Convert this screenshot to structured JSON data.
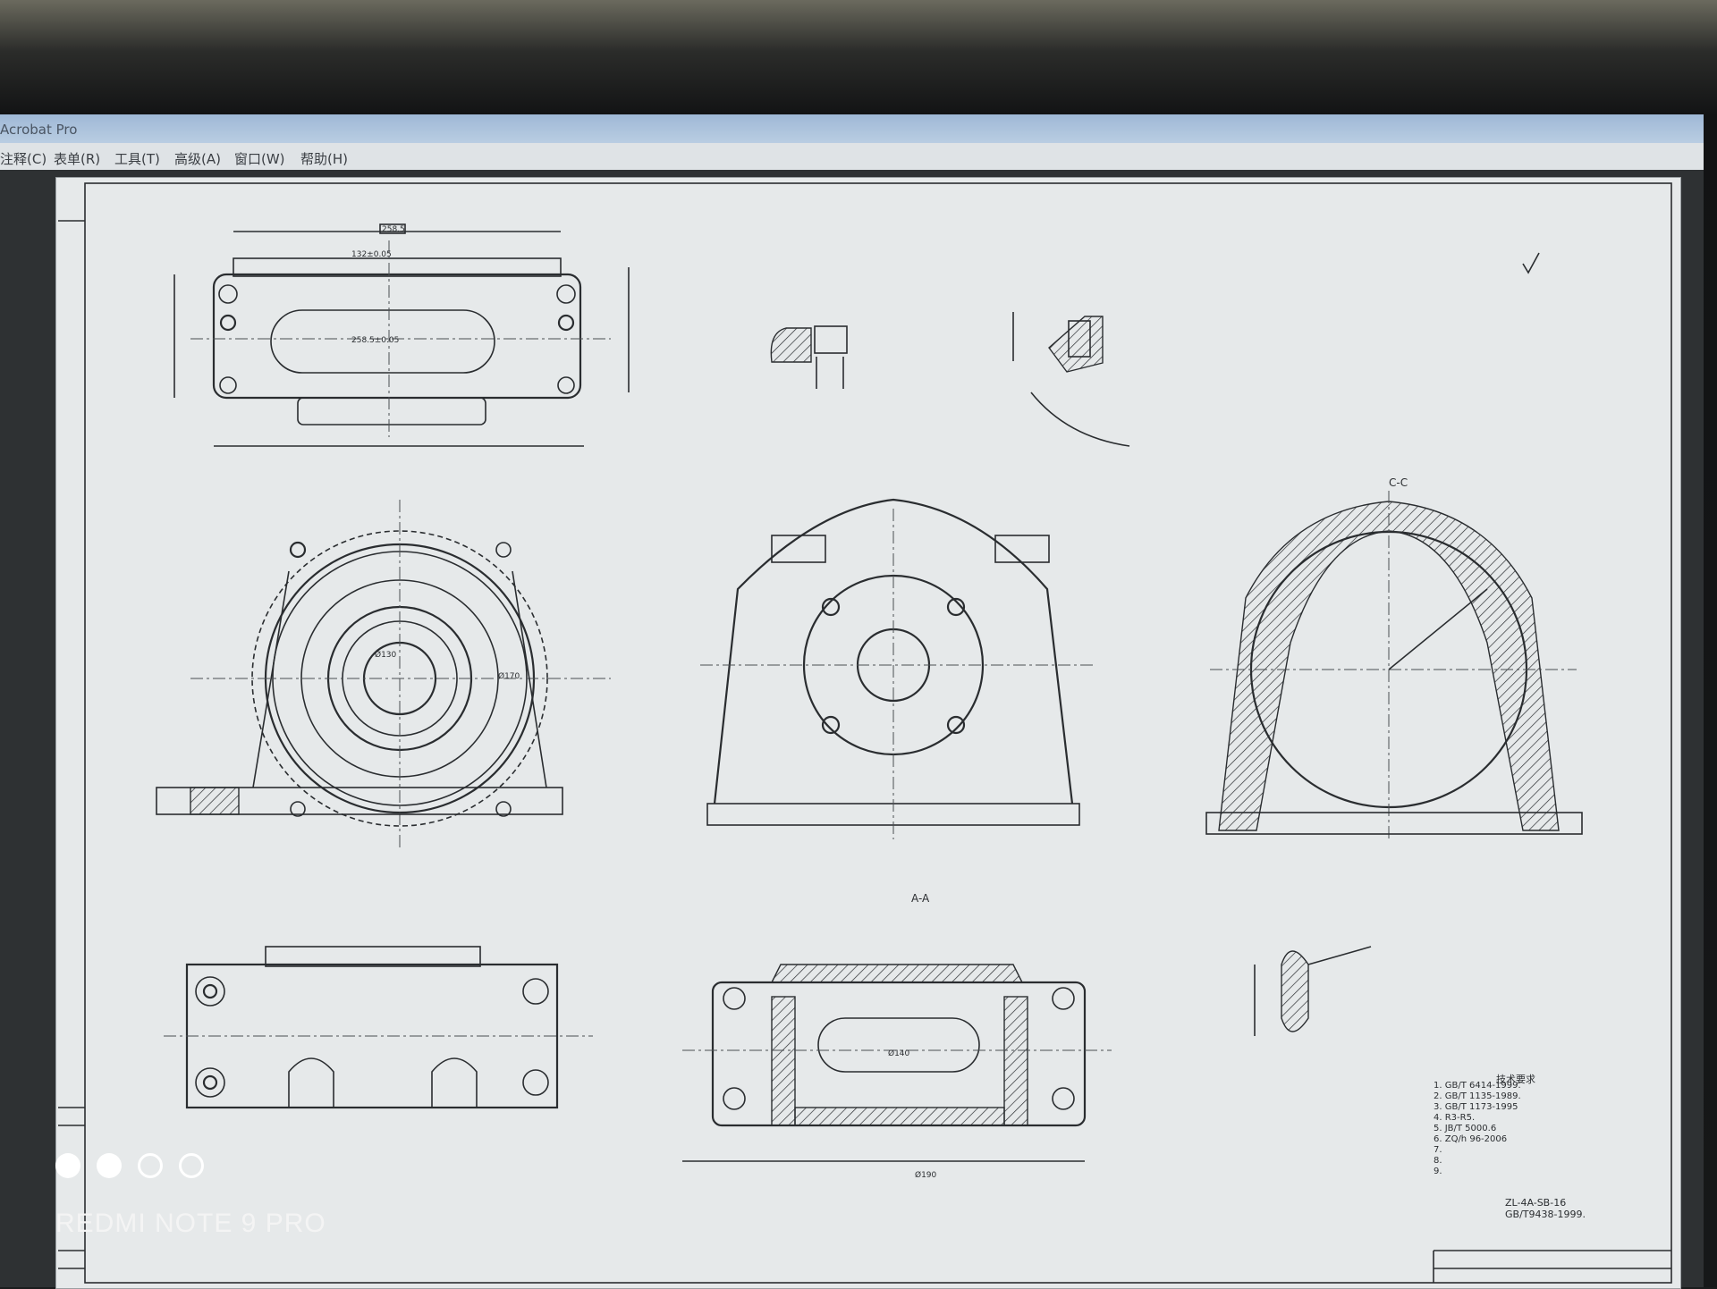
{
  "app": {
    "title": "Acrobat Pro"
  },
  "menu": [
    {
      "label": "注释(C)"
    },
    {
      "label": "表单(R)"
    },
    {
      "label": "工具(T)"
    },
    {
      "label": "高级(A)"
    },
    {
      "label": "窗口(W)"
    },
    {
      "label": "帮助(H)"
    }
  ],
  "drawing": {
    "section_labels": {
      "cc": "C-C",
      "aa": "A-A"
    },
    "tech_req_title": "技术要求",
    "tech_req_lines": [
      "1. GB/T 6414-1999.",
      "2. GB/T 1135-1989.",
      "3. GB/T 1173-1995",
      "4. R3-R5.",
      "5. JB/T 5000.6",
      "6. ZQ/h 96-2006",
      "7.",
      "8.",
      "9."
    ],
    "drawing_no": "ZL-4A-SB-16",
    "standard_no": "GB/T9438-1999.",
    "dims": [
      "258.5",
      "132±0.05",
      "258.5±0.05",
      "Ø170",
      "Ø130",
      "Ø140",
      "Ø190"
    ]
  },
  "watermark": {
    "text": "REDMI NOTE 9 PRO",
    "dot_color": "#ffffff"
  }
}
